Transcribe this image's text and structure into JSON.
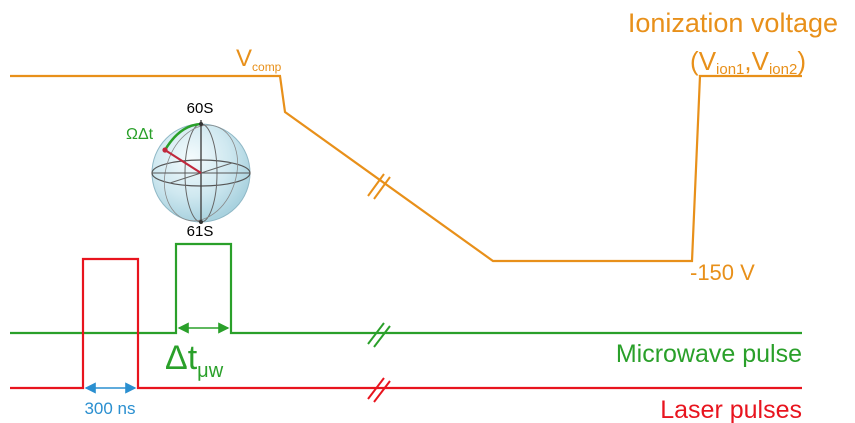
{
  "colors": {
    "voltage": "#E8901A",
    "microwave": "#2AA02A",
    "laser": "#E8141E",
    "width_marker": "#2A8FD0",
    "sphere_vector": "#C0283C"
  },
  "voltage": {
    "title": "Ionization voltage",
    "comp_main": "V",
    "comp_sub": "comp",
    "ion_open": "(V",
    "ion_sub1": "ion1",
    "ion_mid": ",V",
    "ion_sub2": "ion2",
    "ion_close": ")",
    "low_value": "-150 V"
  },
  "bloch": {
    "top_state": "60S",
    "bottom_state": "61S",
    "angle_label": "ΩΔt"
  },
  "microwave": {
    "label": "Microwave pulse",
    "duration_main": "Δt",
    "duration_sub": "μw"
  },
  "laser": {
    "label": "Laser pulses",
    "width_label": "300 ns"
  }
}
